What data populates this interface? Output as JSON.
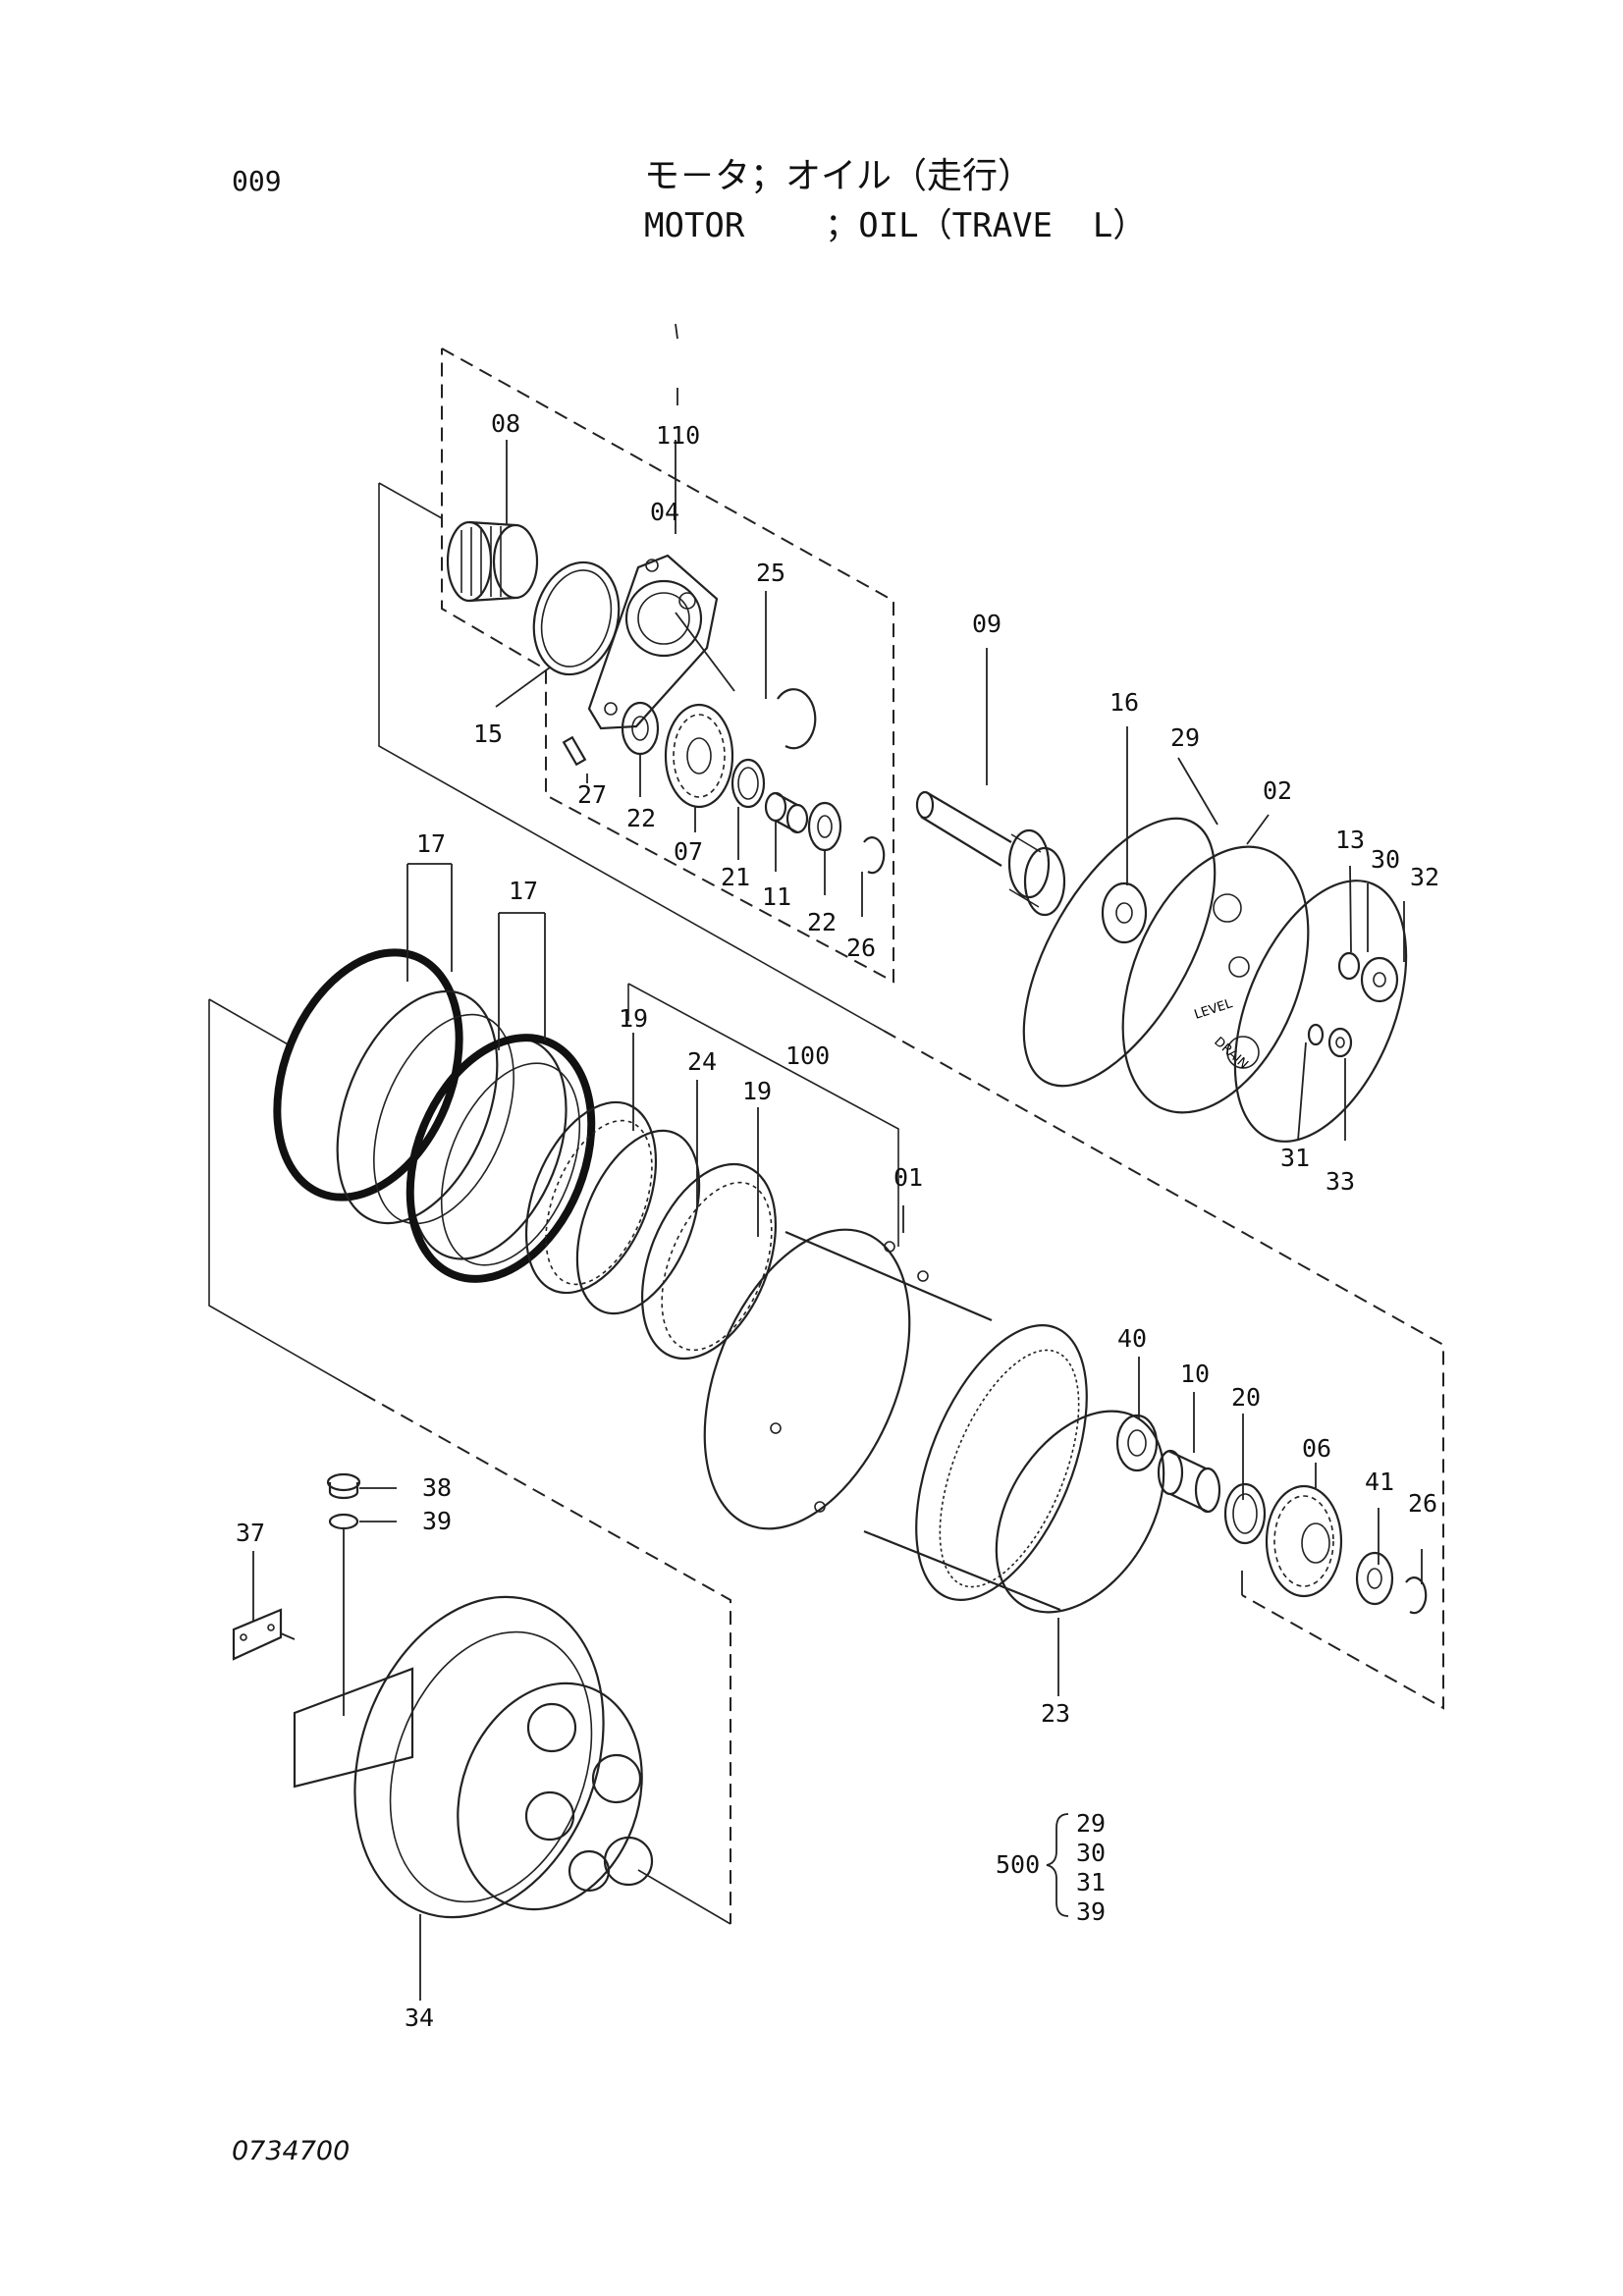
{
  "page": {
    "page_number": "009",
    "title_jp": "モ－タ；オイル（走行）",
    "title_en": "MOTOR    ；OIL（TRAVE  L）",
    "drawing_code": "0734700"
  },
  "diagram": {
    "part_labels": {
      "p01": "01",
      "p02": "02",
      "p04": "04",
      "p06": "06",
      "p07": "07",
      "p08": "08",
      "p09": "09",
      "p10": "10",
      "p11": "11",
      "p13": "13",
      "p15": "15",
      "p16": "16",
      "p17a": "17",
      "p17b": "17",
      "p19a": "19",
      "p19b": "19",
      "p20": "20",
      "p21": "21",
      "p22a": "22",
      "p22b": "22",
      "p23": "23",
      "p24": "24",
      "p25": "25",
      "p26a": "26",
      "p26b": "26",
      "p27": "27",
      "p29": "29",
      "p30": "30",
      "p31": "31",
      "p32": "32",
      "p33": "33",
      "p34": "34",
      "p37": "37",
      "p38": "38",
      "p39": "39",
      "p40": "40",
      "p41": "41",
      "p100": "100",
      "p110": "110"
    },
    "stamped_text": {
      "level": "LEVEL",
      "drain": "DRAIN"
    },
    "kit": {
      "number": "500",
      "items": [
        "29",
        "30",
        "31",
        "39"
      ]
    }
  }
}
